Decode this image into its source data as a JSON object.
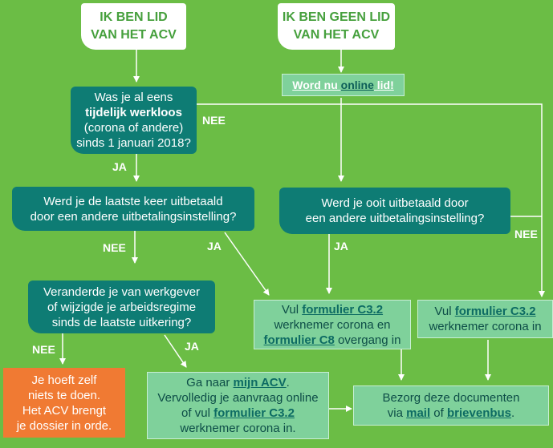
{
  "member_box": {
    "line1": "IK BEN LID",
    "line2": "VAN HET ACV"
  },
  "nonmember_box": {
    "line1": "IK BEN GEEN LID",
    "line2": "VAN HET ACV"
  },
  "join_link": {
    "prefix": "Word nu ",
    "link": "online",
    "suffix": " lid!"
  },
  "q1": {
    "line1": "Was je al eens",
    "line2_bold": "tijdelijk werkloos",
    "line3": "(corona of andere)",
    "line4": "sinds 1 januari 2018?"
  },
  "q2": {
    "line1": "Werd je de laatste keer uitbetaald",
    "line2": "door een andere uitbetalingsinstelling?"
  },
  "q3": {
    "line1": "Werd je ooit uitbetaald door",
    "line2": "een andere uitbetalingsinstelling?"
  },
  "q4": {
    "line1": "Veranderde je van werkgever",
    "line2": "of wijzigde je arbeidsregime",
    "line3": "sinds de laatste uitkering?"
  },
  "labels": {
    "nee1": "NEE",
    "ja1": "JA",
    "nee2": "NEE",
    "ja2": "JA",
    "ja3": "JA",
    "nee3": "NEE",
    "nee4": "NEE",
    "ja4": "JA"
  },
  "out_nothing": {
    "line1": "Je hoeft zelf",
    "line2": "niets te doen.",
    "line3": "Het ACV brengt",
    "line4": "je dossier in orde."
  },
  "out_c32_c8": {
    "pre": "Vul ",
    "link1": "formulier C3.2",
    "mid": "werknemer corona en",
    "link2": "formulier C8",
    "post": " overgang in"
  },
  "out_c32_right": {
    "pre": "Vul ",
    "link1": "formulier C3.2",
    "line2": "werknemer corona in"
  },
  "out_myacv": {
    "pre": "Ga naar ",
    "link1": "mijn ACV",
    "post1": ".",
    "line2": "Vervolledig je aanvraag online",
    "pre3": "of vul ",
    "link2": "formulier C3.2",
    "line4": "werknemer corona in."
  },
  "out_submit": {
    "line1": "Bezorg deze documenten",
    "pre2": "via ",
    "link1": "mail",
    "mid2": " of ",
    "link2": "brievenbus",
    "post2": "."
  }
}
